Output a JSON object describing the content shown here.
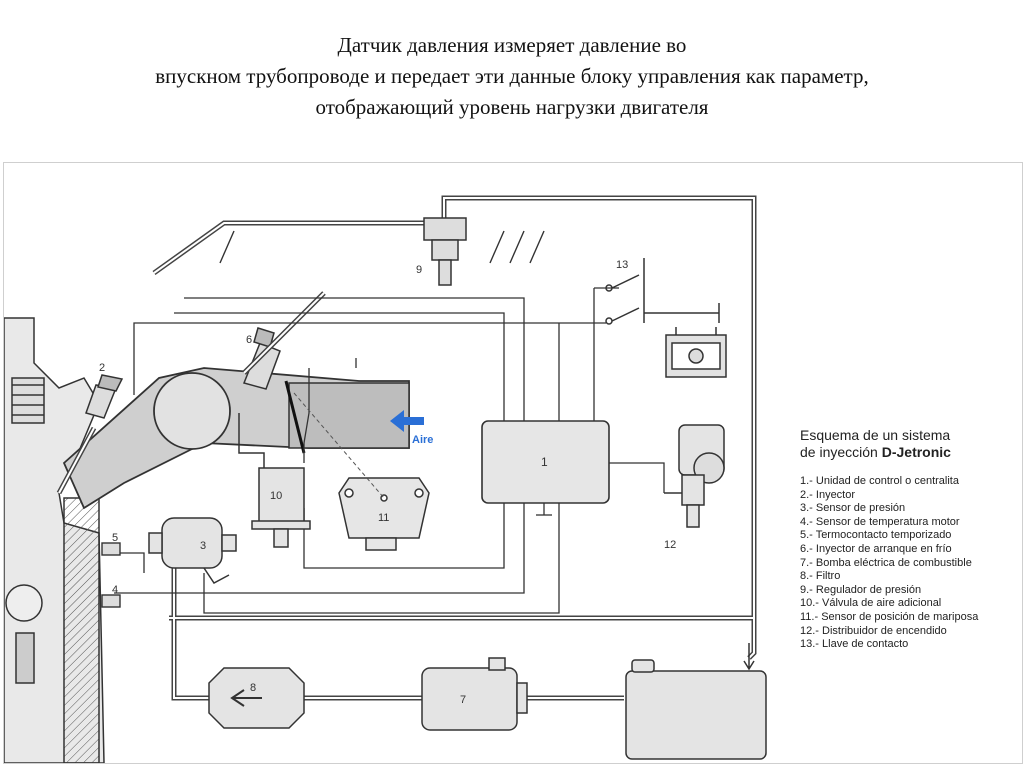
{
  "title": {
    "line1": "Датчик давления измеряет давление во",
    "line2": "впускном трубопроводе и передает эти данные блоку управления как параметр,",
    "line3": "отображающий уровень нагрузки двигателя"
  },
  "diagram": {
    "air_label": "Aire",
    "component_numbers": {
      "n1": "1",
      "n2": "2",
      "n3": "3",
      "n4": "4",
      "n5": "5",
      "n6": "6",
      "n7": "7",
      "n8": "8",
      "n9": "9",
      "n10": "10",
      "n11": "11",
      "n12": "12",
      "n13": "13"
    },
    "colors": {
      "line": "#333333",
      "fill": "#e6e6e6",
      "air_arrow": "#2a6fd6",
      "manifold": "#c9c9c9"
    }
  },
  "legend": {
    "title_line1": "Esquema de un sistema",
    "title_line2_prefix": "de inyección ",
    "title_line2_bold": "D-Jetronic",
    "items": [
      "1.- Unidad de control o centralita",
      "2.- Inyector",
      "3.- Sensor de presión",
      "4.- Sensor de temperatura motor",
      "5.- Termocontacto temporizado",
      "6.- Inyector de arranque en frío",
      "7.- Bomba eléctrica de combustible",
      "8.- Filtro",
      "9.- Regulador de presión",
      "10.- Válvula de aire adicional",
      "11.- Sensor de posición de mariposa",
      "12.- Distribuidor de encendido",
      "13.- Llave de contacto"
    ]
  }
}
